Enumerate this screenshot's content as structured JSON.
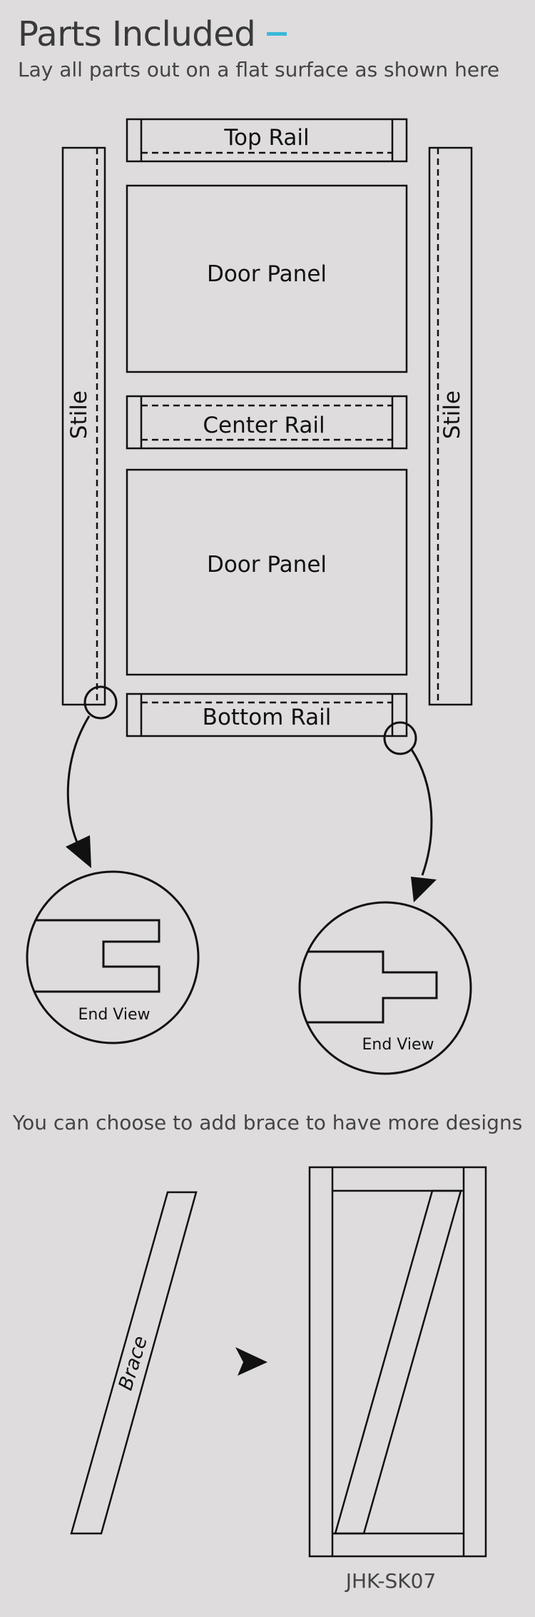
{
  "header": {
    "title": "Parts Included",
    "subtitle": "Lay all parts out on a flat surface as shown here",
    "accent_color": "#3bb8dc"
  },
  "parts": {
    "top_rail": "Top Rail",
    "door_panel_upper": "Door Panel",
    "center_rail": "Center Rail",
    "door_panel_lower": "Door Panel",
    "bottom_rail": "Bottom Rail",
    "stile_left": "Stile",
    "stile_right": "Stile"
  },
  "details": {
    "end_view_left": "End View",
    "end_view_right": "End View"
  },
  "optional": {
    "note": "You can choose to add brace to have more designs",
    "brace_label": "Brace",
    "model_code": "JHK-SK07"
  }
}
